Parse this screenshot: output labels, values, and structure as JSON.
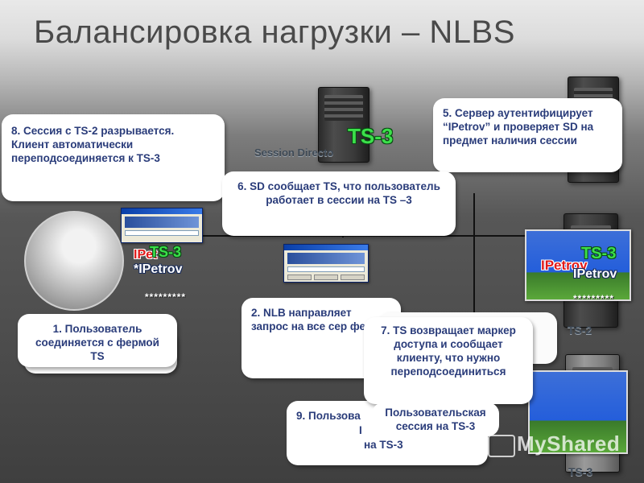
{
  "title": "Балансировка нагрузки – NLBS",
  "labels": {
    "session_directory": "Session Directo",
    "ts3_top": "TS-3",
    "ts3_client": "TS-3",
    "ipetrov_client_a": "IPet",
    "ipetrov_client_b": "*IPetrov",
    "stars_client": "*********",
    "ts3_server": "TS-3",
    "ipetrov_server_a": "IPetrov",
    "ipetrov_server_b": "IPetrov",
    "stars_server": "*********",
    "ts2": "TS-2",
    "ts3_bottom": "TS-3"
  },
  "callouts": {
    "c8": "8. Сессия с TS-2 разрывается. Клиент автоматически переподсоединяется к TS-3",
    "c5": "5. Сервер аутентифицирует “IPetrov” и проверяет SD на предмет наличия сессии",
    "c6": "6. SD сообщает TS, что пользователь работает в сессии на TS –3",
    "c1": "1. Пользователь соединяется с фермой TS",
    "c2": "2. NLB направляет запрос на все сер фермы",
    "c7": "7. TS возвращает маркер доступа и сообщает клиенту, что нужно переподсоединиться",
    "c9": "9. Пользова",
    "c9_sub": "Пользовательская сессия на TS-3",
    "c9_tail_a": "I",
    "c9_tail_b": "на TS-3"
  },
  "watermark": "MyShared"
}
